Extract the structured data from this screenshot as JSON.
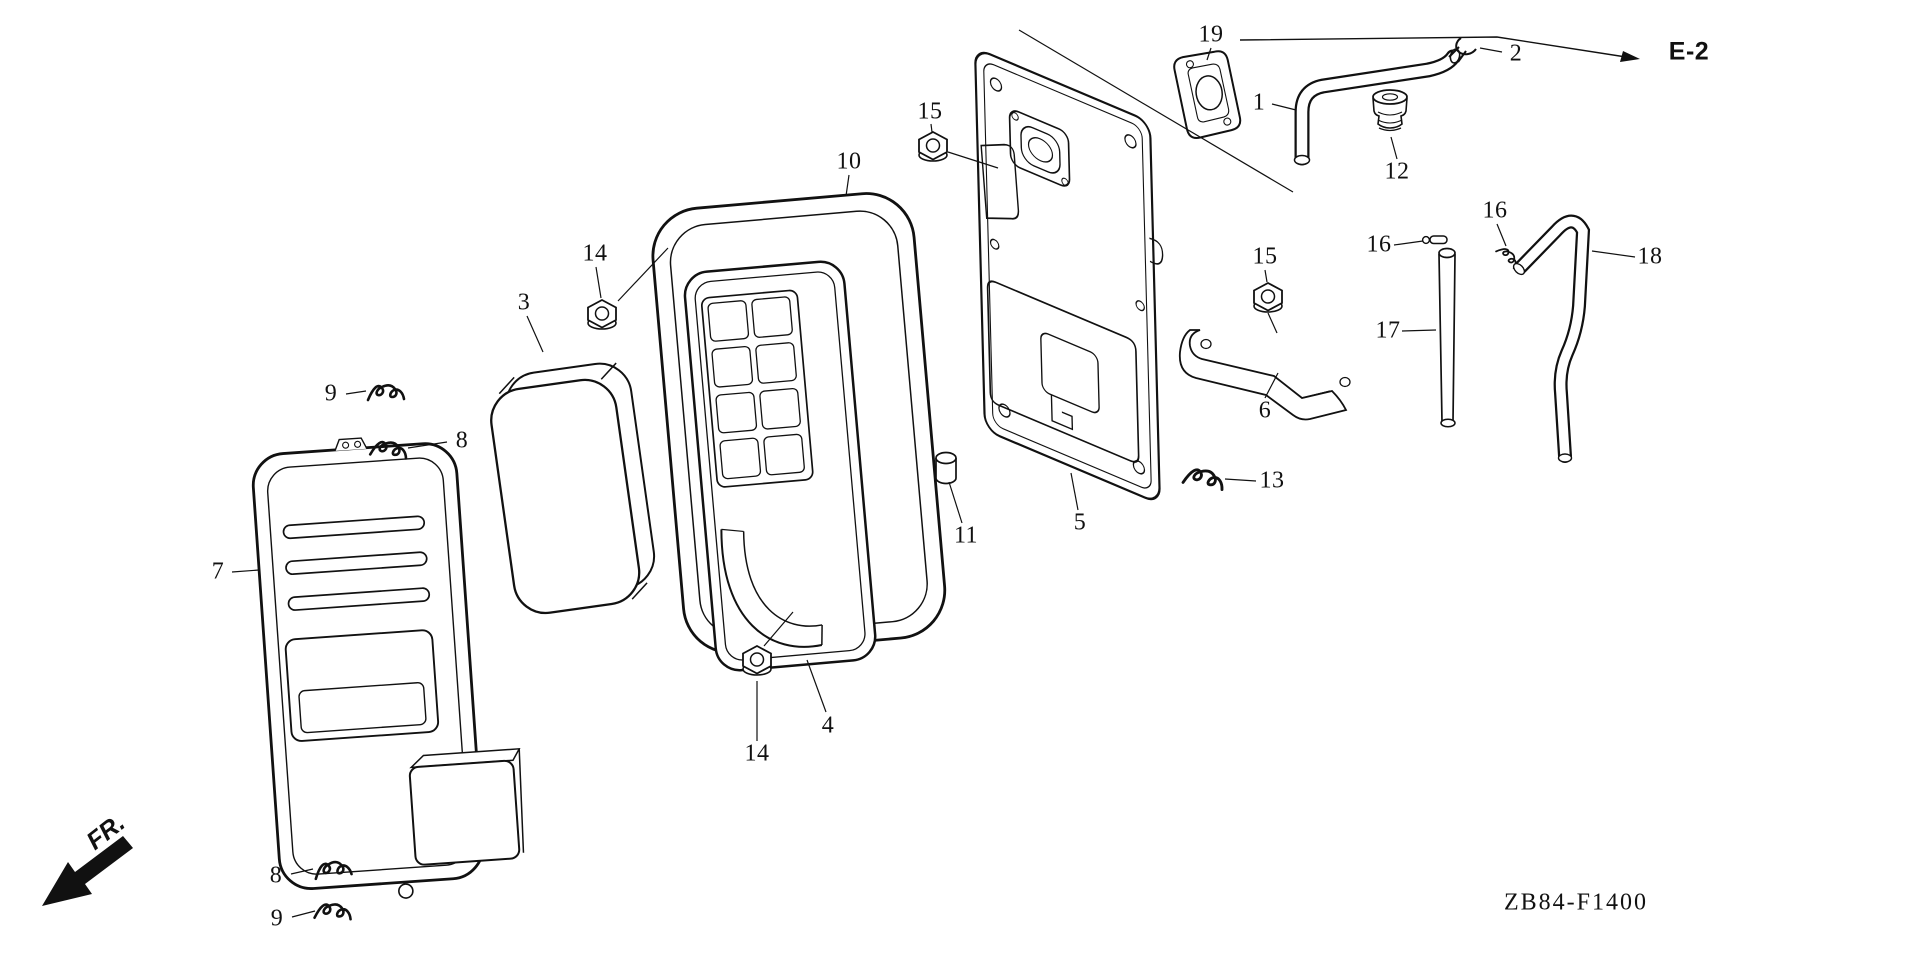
{
  "page": {
    "background": "#ffffff",
    "line_color": "#111111"
  },
  "diagram": {
    "type": "exploded-parts-diagram",
    "reference_label": "E-2",
    "front_label": "FR.",
    "code": "ZB84-F1400",
    "labels": {
      "n1": "1",
      "n2": "2",
      "n3": "3",
      "n4": "4",
      "n5": "5",
      "n6": "6",
      "n7": "7",
      "n8": "8",
      "n9": "9",
      "n10": "10",
      "n11": "11",
      "n12": "12",
      "n13": "13",
      "n14": "14",
      "n15": "15",
      "n16": "16",
      "n17": "17",
      "n18": "18",
      "n19": "19"
    },
    "icons": {
      "front_arrow": "fr-direction-arrow",
      "reference_arrow": "e2-reference-arrow"
    }
  }
}
